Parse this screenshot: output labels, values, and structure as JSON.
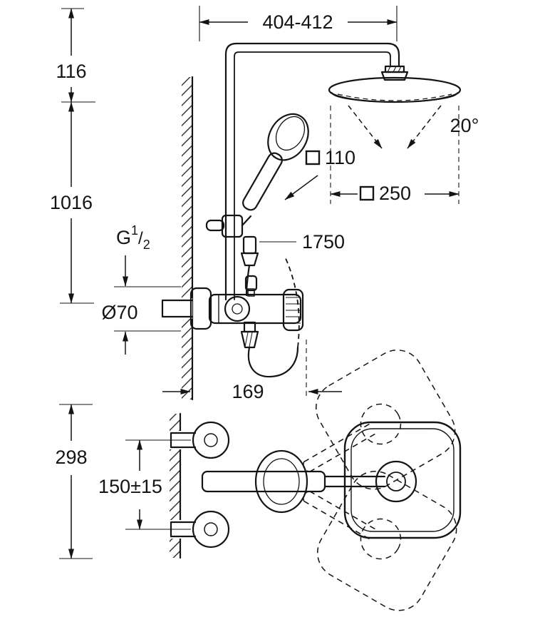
{
  "dims": {
    "top_width": "404-412",
    "head_drop": "116",
    "bar_height": "1016",
    "spray_angle": "20°",
    "hand_shower_size": "110",
    "head_size": "250",
    "hose_length": "1750",
    "thread_base": "G",
    "thread_num": "1",
    "thread_slash": "/",
    "thread_den": "2",
    "escutcheon_diameter": "Ø70",
    "wall_offset": "169",
    "depth": "298",
    "inlet_spacing": "150±15"
  }
}
